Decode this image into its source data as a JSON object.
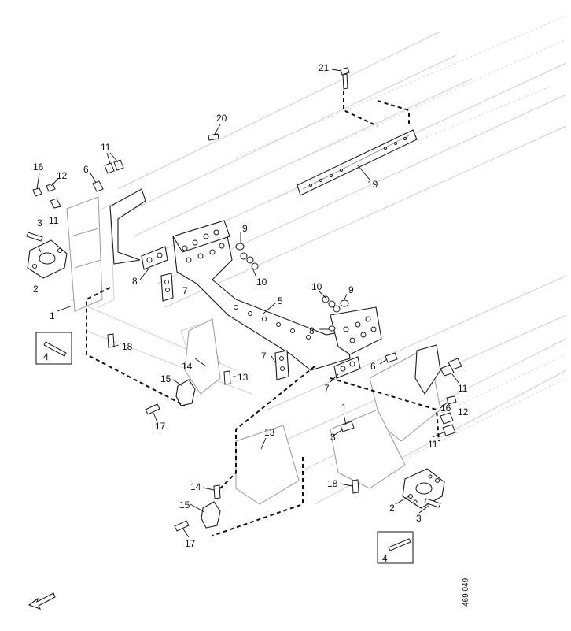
{
  "figure_ref": "469 049",
  "callouts": {
    "c21": "21",
    "c20": "20",
    "c19": "19",
    "c11a": "11",
    "c16a": "16",
    "c12a": "12",
    "c6a": "6",
    "c11b": "11",
    "c3a": "3",
    "c2a": "2",
    "c1a": "1",
    "c4a": "4",
    "c9a": "9",
    "c10a": "10",
    "c8a": "8",
    "c7a": "7",
    "c5": "5",
    "c10b": "10",
    "c9b": "9",
    "c8b": "8",
    "c18a": "18",
    "c14a": "14",
    "c13a": "13",
    "c15a": "15",
    "c17a": "17",
    "c7b": "7",
    "c7c": "7",
    "c6b": "6",
    "c11c": "11",
    "c16b": "16",
    "c12b": "12",
    "c11d": "11",
    "c1b": "1",
    "c3b": "3",
    "c13b": "13",
    "c14b": "14",
    "c18b": "18",
    "c15b": "15",
    "c17b": "17",
    "c2b": "2",
    "c3c": "3",
    "c4b": "4"
  },
  "icons": {
    "direction": "front-arrow-icon"
  }
}
